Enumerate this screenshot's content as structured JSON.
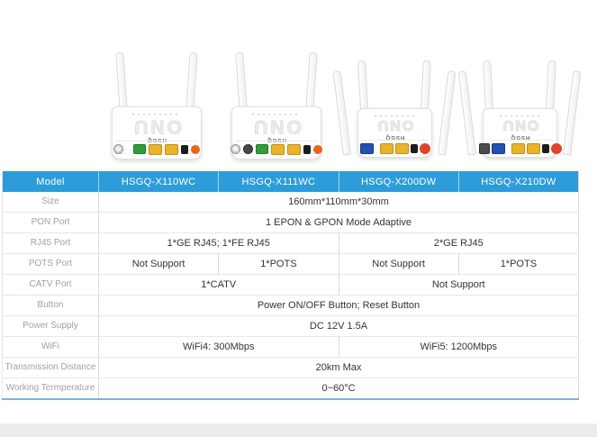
{
  "colors": {
    "header_blue": "#2E9CD9",
    "table_bottom_border": "#7FB3D8",
    "row_border": "#DFEAF3",
    "cell_border": "#DADADA",
    "label_text": "#9FA1A4",
    "value_text": "#343434",
    "footer_bar": "#ECECEC",
    "port_green": "#2F9E38",
    "port_yellow": "#E9B32A",
    "port_blue": "#2450B4",
    "port_power_black": "#1C1C1C",
    "button_orange": "#E8641C",
    "button_red": "#DD442A",
    "coax_silver": "#BDBDBD",
    "phone_gray": "#4D4D4D"
  },
  "devices": [
    {
      "model": "HSGQ-X110WC",
      "emboss": "ONU",
      "brand": "HSGQ",
      "antennas": 2,
      "ports": [
        "catv-coax",
        "pon-green",
        "lan-yellow",
        "lan-yellow",
        "power-black",
        "button-orange"
      ]
    },
    {
      "model": "HSGQ-X111WC",
      "emboss": "ONU",
      "brand": "HSGQ",
      "antennas": 2,
      "ports": [
        "catv-coax",
        "phone-gray",
        "pon-green",
        "lan-yellow",
        "lan-yellow",
        "power-black",
        "button-orange"
      ]
    },
    {
      "model": "HSGQ-X200DW",
      "emboss": "ONU",
      "brand": "HSGQ",
      "antennas": 4,
      "ports": [
        "pon-blue",
        "lan-yellow",
        "lan-yellow",
        "power-black",
        "button-red"
      ]
    },
    {
      "model": "HSGQ-X210DW",
      "emboss": "ONU",
      "brand": "HSGQ",
      "antennas": 4,
      "ports": [
        "phone-gray",
        "pon-blue",
        "lan-yellow",
        "lan-yellow",
        "power-black",
        "button-red"
      ]
    }
  ],
  "table": {
    "header": {
      "label": "Model",
      "models": [
        "HSGQ-X110WC",
        "HSGQ-X111WC",
        "HSGQ-X200DW",
        "HSGQ-X210DW"
      ]
    },
    "rows": [
      {
        "label": "Size",
        "cells": [
          {
            "text": "160mm*110mm*30mm",
            "span": 4
          }
        ]
      },
      {
        "label": "PON Port",
        "cells": [
          {
            "text": "1 EPON & GPON Mode Adaptive",
            "span": 4
          }
        ]
      },
      {
        "label": "RJ45 Port",
        "cells": [
          {
            "text": "1*GE RJ45; 1*FE RJ45",
            "span": 2
          },
          {
            "text": "2*GE RJ45",
            "span": 2
          }
        ]
      },
      {
        "label": "POTS Port",
        "cells": [
          {
            "text": "Not Support",
            "span": 1
          },
          {
            "text": "1*POTS",
            "span": 1
          },
          {
            "text": "Not Support",
            "span": 1
          },
          {
            "text": "1*POTS",
            "span": 1
          }
        ]
      },
      {
        "label": "CATV Port",
        "cells": [
          {
            "text": "1*CATV",
            "span": 2
          },
          {
            "text": "Not Support",
            "span": 2
          }
        ]
      },
      {
        "label": "Button",
        "cells": [
          {
            "text": "Power ON/OFF Button; Reset Button",
            "span": 4
          }
        ]
      },
      {
        "label": "Power Supply",
        "cells": [
          {
            "text": "DC 12V 1.5A",
            "span": 4
          }
        ]
      },
      {
        "label": "WiFi",
        "cells": [
          {
            "text": "WiFi4: 300Mbps",
            "span": 2
          },
          {
            "text": "WiFi5: 1200Mbps",
            "span": 2
          }
        ]
      },
      {
        "label": "Transmission Distance",
        "cells": [
          {
            "text": "20km Max",
            "span": 4
          }
        ]
      },
      {
        "label": "Working Termperature",
        "cells": [
          {
            "text": "0~60°C",
            "span": 4
          }
        ]
      }
    ]
  }
}
